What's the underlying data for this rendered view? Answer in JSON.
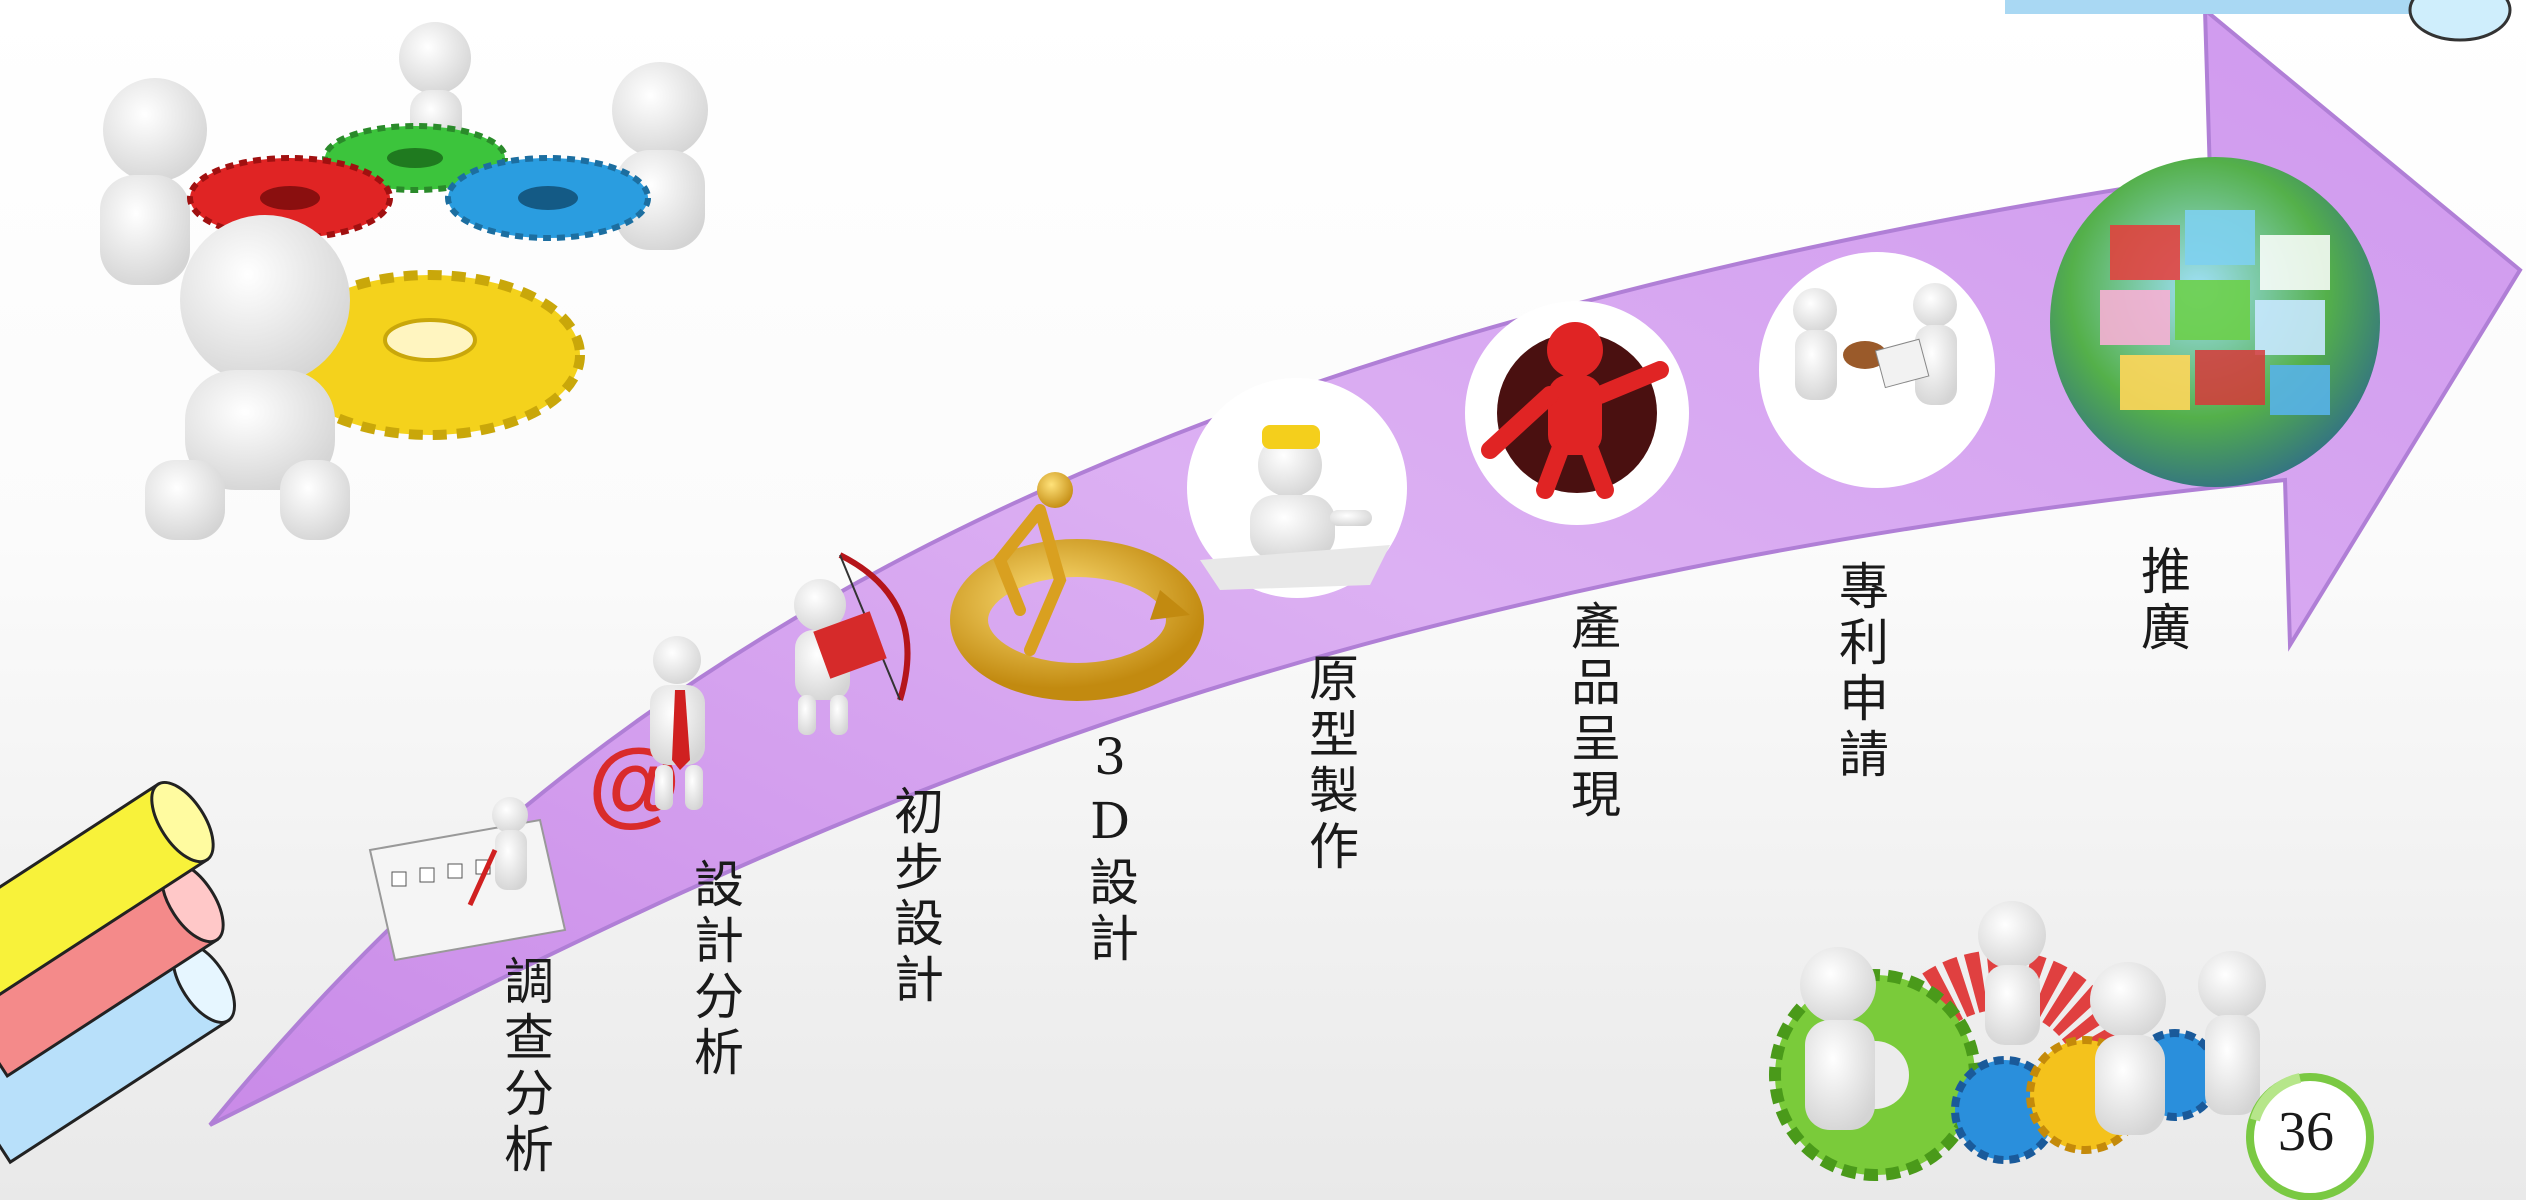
{
  "steps": [
    {
      "label": "調查分析",
      "icon": "checklist-figure-icon"
    },
    {
      "label": "設計分析",
      "icon": "email-figure-icon"
    },
    {
      "label": "初步設計",
      "icon": "archer-figure-icon"
    },
    {
      "label": "3D設計",
      "icon": "golden-figure-circle-icon"
    },
    {
      "label": "原型製作",
      "icon": "hardhat-figure-icon"
    },
    {
      "label": "產品呈現",
      "icon": "red-figure-breakout-icon"
    },
    {
      "label": "專利申請",
      "icon": "stamping-figures-icon"
    },
    {
      "label": "推廣",
      "icon": "image-collage-globe-icon"
    }
  ],
  "page_number": "36",
  "colors": {
    "arrow_fill": "#d9a8f0",
    "arrow_stroke": "#b07fd6",
    "gear_red": "#e02424",
    "gear_green": "#3cc43c",
    "gear_blue": "#2a9de0",
    "gear_yellow": "#f4d21c"
  }
}
